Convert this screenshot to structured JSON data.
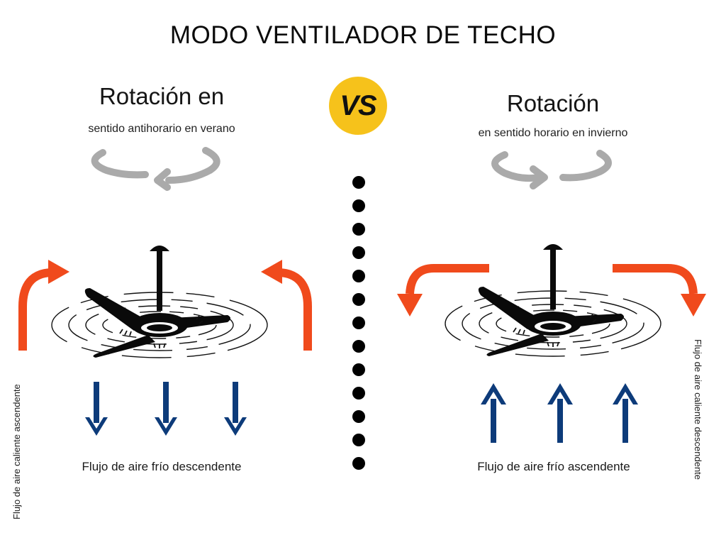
{
  "title": "MODO VENTILADOR DE TECHO",
  "vs_label": "VS",
  "colors": {
    "warm_air": "#f04a1c",
    "cool_air": "#0d3b7a",
    "rotation": "#aaaaaa",
    "badge": "#f6c21b",
    "fan": "#0a0a0a"
  },
  "summer": {
    "heading": "Rotación en",
    "subheading": "sentido antihorario en verano",
    "rotation_icon": "counterclockwise-rotation-icon",
    "down_caption": "Flujo de aire frío descendente",
    "side_caption": "Flujo de aire caliente ascendente"
  },
  "winter": {
    "heading": "Rotación",
    "subheading": "en sentido horario en invierno",
    "rotation_icon": "clockwise-rotation-icon",
    "up_caption": "Flujo de aire frío ascendente",
    "side_caption": "Flujo de aire caliente descendente"
  }
}
